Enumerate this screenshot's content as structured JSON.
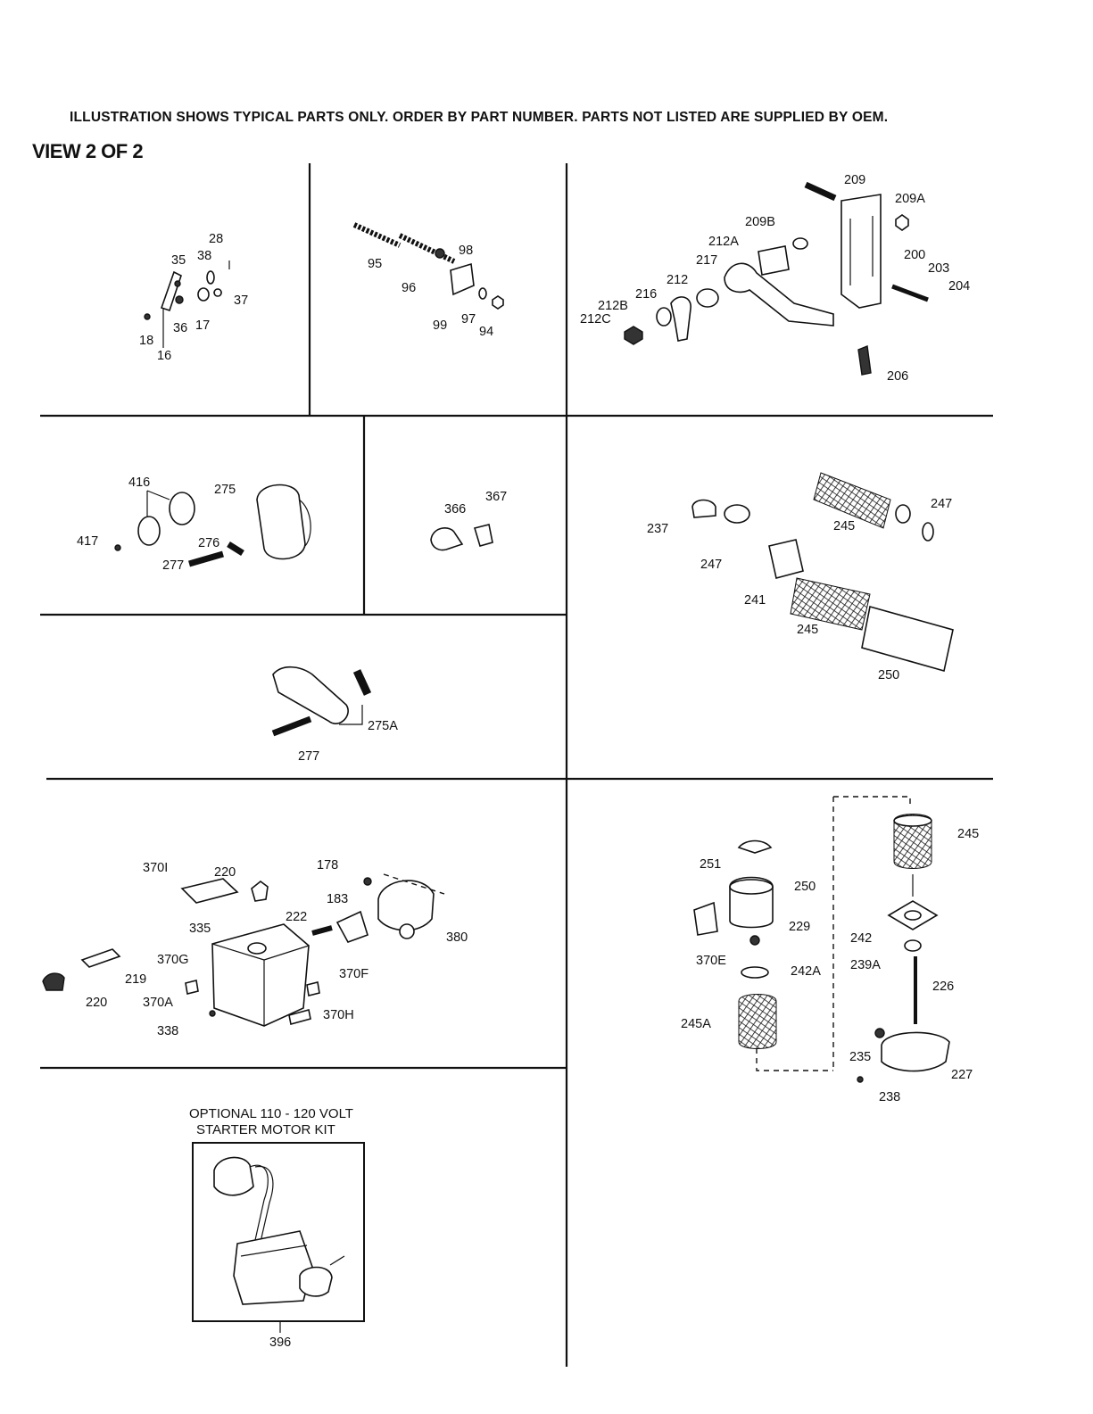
{
  "notice": "ILLUSTRATION SHOWS TYPICAL PARTS ONLY. ORDER BY PART NUMBER. PARTS NOT LISTED ARE SUPPLIED BY OEM.",
  "view": "VIEW 2 OF 2",
  "panels": {
    "governor_lever": {
      "labels": [
        "28",
        "35",
        "38",
        "37",
        "18",
        "36",
        "17",
        "16"
      ]
    },
    "governor_spring": {
      "labels": [
        "95",
        "98",
        "96",
        "99",
        "97",
        "94"
      ]
    },
    "control_bracket": {
      "labels": [
        "209",
        "209A",
        "209B",
        "212A",
        "200",
        "217",
        "203",
        "212",
        "204",
        "216",
        "212B",
        "212C",
        "206"
      ]
    },
    "muffler": {
      "labels": [
        "416",
        "275",
        "417",
        "276",
        "277"
      ]
    },
    "fitting": {
      "labels": [
        "366",
        "367"
      ]
    },
    "air_cleaner_foam": {
      "labels": [
        "237",
        "245",
        "247",
        "247",
        "241",
        "245",
        "250"
      ]
    },
    "muffler_alt": {
      "labels": [
        "275A",
        "277"
      ]
    },
    "fuel_tank": {
      "labels": [
        "370I",
        "220",
        "178",
        "183",
        "222",
        "335",
        "380",
        "370G",
        "219",
        "370F",
        "220",
        "370A",
        "370H",
        "338"
      ]
    },
    "air_cleaner_paper": {
      "labels": [
        "245",
        "251",
        "250",
        "229",
        "242",
        "370E",
        "239A",
        "242A",
        "226",
        "245A",
        "235",
        "227",
        "238"
      ]
    },
    "starter_kit": {
      "title_line1": "OPTIONAL 110 - 120 VOLT",
      "title_line2": "STARTER MOTOR KIT",
      "labels": [
        "396"
      ]
    }
  }
}
